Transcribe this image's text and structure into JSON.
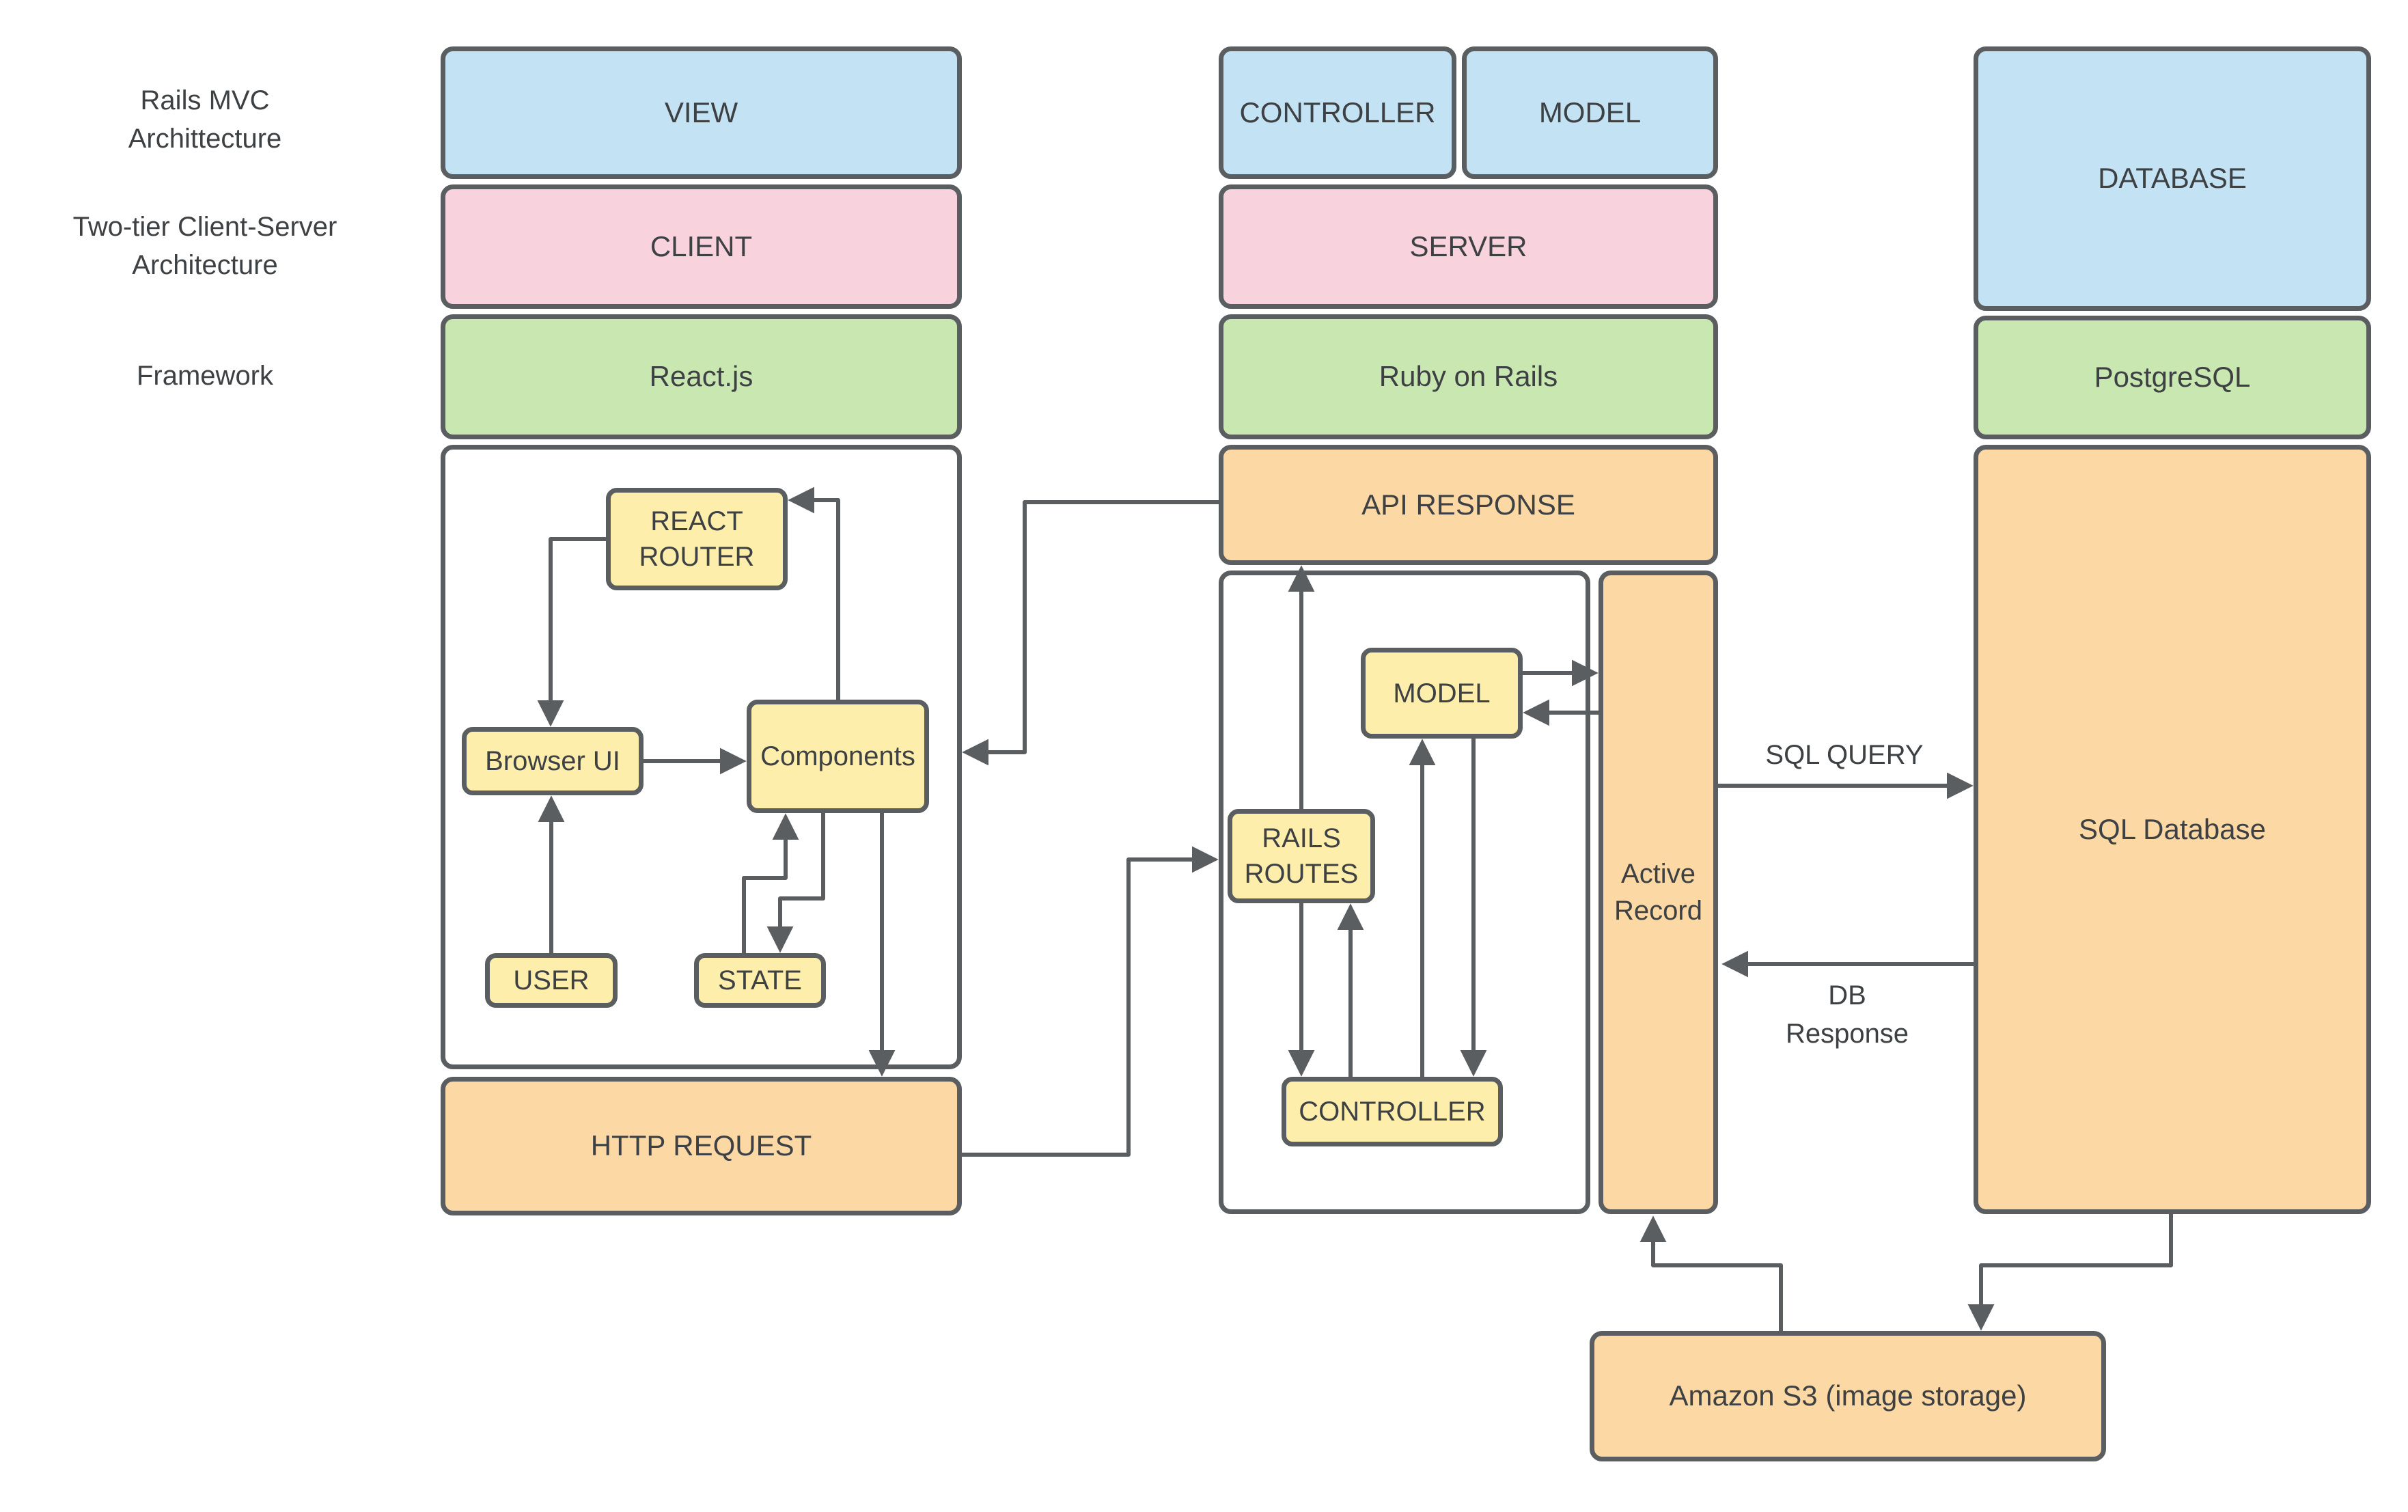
{
  "colors": {
    "blue": "#c3e2f4",
    "pink": "#f8d3de",
    "green": "#c9e7b0",
    "orange": "#fcd8a4",
    "yellow": "#feeeab",
    "border": "#5b5e60",
    "text": "#3e4144",
    "white": "#ffffff"
  },
  "left_labels": {
    "rails_mvc": "Rails MVC\nArchittecture",
    "two_tier": "Two-tier Client-Server\nArchitecture",
    "framework": "Framework"
  },
  "client_column": {
    "view": "VIEW",
    "client": "CLIENT",
    "framework": "React.js",
    "http_request": "HTTP REQUEST",
    "inner": {
      "react_router": "REACT\nROUTER",
      "browser_ui": "Browser UI",
      "components": "Components",
      "user": "USER",
      "state": "STATE"
    }
  },
  "server_column": {
    "controller": "CONTROLLER",
    "model": "MODEL",
    "server": "SERVER",
    "framework": "Ruby on Rails",
    "api_response": "API RESPONSE",
    "inner": {
      "model": "MODEL",
      "rails_routes": "RAILS\nROUTES",
      "controller": "CONTROLLER",
      "active_record": "Active\nRecord"
    }
  },
  "database_column": {
    "database": "DATABASE",
    "framework": "PostgreSQL",
    "sql_database": "SQL Database"
  },
  "flow_labels": {
    "sql_query": "SQL QUERY",
    "db_response": "DB\nResponse"
  },
  "storage": {
    "amazon_s3": "Amazon S3 (image storage)"
  }
}
